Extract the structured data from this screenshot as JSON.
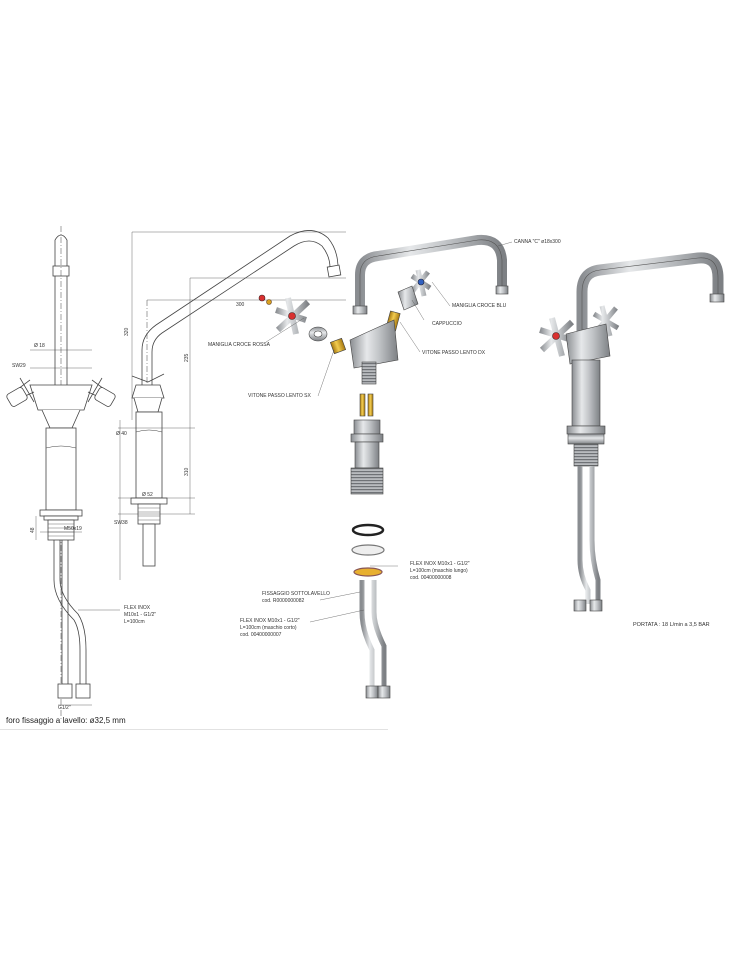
{
  "dimensions": {
    "d18": "Ø 18",
    "sw29": "SW29",
    "d40": "Ø 40",
    "d52": "Ø 52",
    "sw38": "SW38",
    "m50": "M50x19",
    "d48": "48",
    "d300": "300",
    "d320": "320",
    "d235": "235",
    "d310": "310",
    "g12": "G1/2\""
  },
  "flex_side": {
    "line1": "FLEX INOX",
    "line2": "M10x1 - G1/2\"",
    "line3": "L=100cm"
  },
  "parts": {
    "canna": "CANNA \"C\" ø18x300",
    "maniglia_blu": "MANIGLIA CROCE BLU",
    "cappuccio": "CAPPUCCIO",
    "maniglia_rossa": "MANIGLIA CROCE ROSSA",
    "vitone_dx": "VITONE PASSO LENTO DX",
    "vitone_sx": "VITONE PASSO LENTO SX",
    "flex_lungo": {
      "line1": "FLEX INOX M10x1 - G1/2\"",
      "line2": "L=100cm (maschio lungo)",
      "line3": "cod. 00400000008"
    },
    "fissaggio": {
      "line1": "FISSAGGIO SOTTOLAVELLO",
      "line2": "cod. R0000000082"
    },
    "flex_corto": {
      "line1": "FLEX INOX M10x1 - G1/2\"",
      "line2": "L=100cm (maschio corto)",
      "line3": "cod. 00400000007"
    }
  },
  "portata": "PORTATA : 18 L/min a 3,5 BAR",
  "footer_note": "foro fissaggio a lavello: ø32,5 mm",
  "colors": {
    "handle_red": "#d93030",
    "handle_blue": "#3060c0",
    "brass": "#d8a020",
    "steel": "#b4b7bb",
    "line": "#444444"
  }
}
